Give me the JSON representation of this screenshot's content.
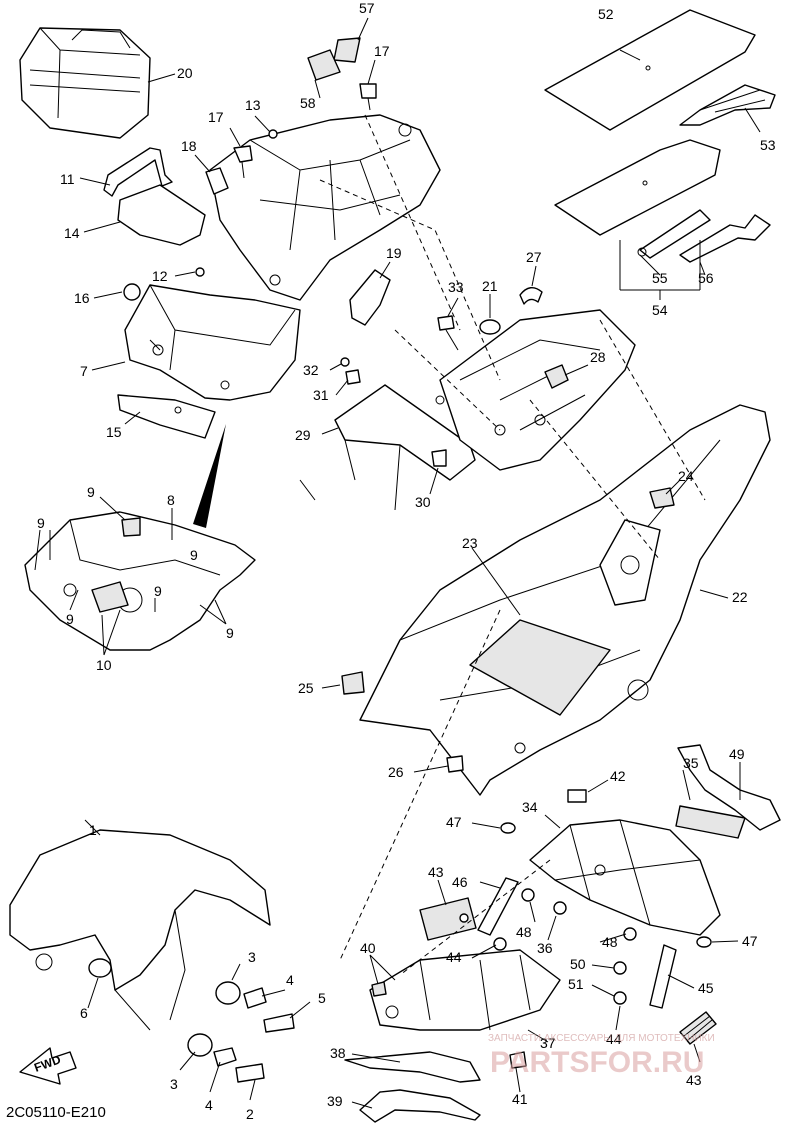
{
  "diagram": {
    "code": "2C05110-E210",
    "fwd_label": "FWD",
    "watermark": {
      "logo": "PARTSFOR.RU",
      "tagline": "ЗАПЧАСТИ АКСЕССУАРЫ ДЛЯ МОТОТЕХНИКИ"
    },
    "callouts": [
      "1",
      "2",
      "3",
      "3",
      "4",
      "4",
      "5",
      "6",
      "7",
      "8",
      "9",
      "9",
      "9",
      "9",
      "9",
      "9",
      "10",
      "11",
      "12",
      "13",
      "14",
      "15",
      "16",
      "17",
      "17",
      "18",
      "19",
      "20",
      "21",
      "22",
      "23",
      "24",
      "25",
      "26",
      "27",
      "28",
      "29",
      "30",
      "31",
      "32",
      "33",
      "34",
      "35",
      "36",
      "37",
      "38",
      "39",
      "40",
      "41",
      "42",
      "43",
      "43",
      "44",
      "44",
      "45",
      "46",
      "47",
      "47",
      "48",
      "48",
      "49",
      "50",
      "51",
      "52",
      "53",
      "54",
      "55",
      "56",
      "57",
      "58"
    ]
  }
}
